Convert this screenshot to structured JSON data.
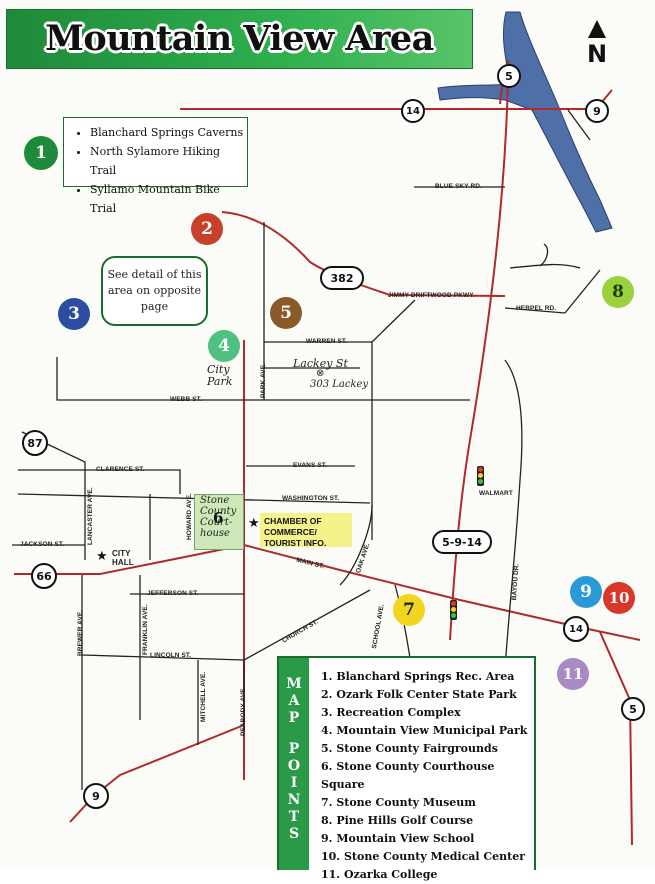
{
  "title": "Mountain View Area",
  "north": "N",
  "box1": {
    "number": "1",
    "items": [
      "Blanchard Springs Caverns",
      "North Sylamore Hiking Trail",
      "Syllamo Mountain Bike Trial"
    ]
  },
  "detail_note": "See detail of this area on opposite page",
  "highways": {
    "h5_top": "5",
    "h14_top": "14",
    "h9_top": "9",
    "h382": "382",
    "h87": "87",
    "h66": "66",
    "h5914": "5-9-14",
    "h14_right": "14",
    "h5_right": "5",
    "h9_bottom": "9"
  },
  "streets": {
    "blue_sky": "BLUE SKY RD.",
    "jimmy": "JIMMY DRIFTWOOD PKWY.",
    "herpel": "HERPEL RD.",
    "warren": "WARREN ST.",
    "webb": "WEBB ST.",
    "park": "PARK AVE.",
    "evans": "EVANS ST.",
    "clarence": "CLARENCE ST.",
    "washington": "WASHINGTON ST.",
    "jackson": "JACKSON ST.",
    "lancaster": "LANCASTER AVE.",
    "howard": "HOWARD AVE.",
    "main": "MAIN ST.",
    "oak": "OAK AVE.",
    "jefferson": "JEFFERSON ST.",
    "franklin": "FRANKLIN AVE.",
    "brewer": "BREWER AVE.",
    "church": "CHURCH ST.",
    "school": "SCHOOL AVE.",
    "bayou": "BAYOU DR.",
    "lincoln": "LINCOLN ST.",
    "mitchell": "MITCHELL AVE.",
    "peabody": "PEABODY AVE."
  },
  "places": {
    "city_hall": "CITY HALL",
    "walmart": "WALMART",
    "chamber": [
      "CHAMBER OF",
      "COMMERCE/",
      "TOURIST INFO."
    ]
  },
  "handwriting": {
    "city_park": "City Park",
    "lackey_st": "Lackey St",
    "lackey_303": "303 Lackey",
    "courthouse": [
      "Stone",
      "County",
      "Court-",
      "house"
    ]
  },
  "points": {
    "p2": "2",
    "p3": "3",
    "p4": "4",
    "p5": "5",
    "p6": "6",
    "p7": "7",
    "p8": "8",
    "p9": "9",
    "p10": "10",
    "p11": "11"
  },
  "colors": {
    "green": "#1e8a3c",
    "red_point": "#c7402a",
    "blue_point": "#2b4ea0",
    "mint_point": "#4fbf82",
    "brown_point": "#8a5a2b",
    "lime_point": "#9bd13a",
    "yellow_point": "#f2d51e",
    "cyan_point": "#2a9ad6",
    "red_point_10": "#d8382a",
    "purple_point": "#a98ac4",
    "road": "#b02a2a",
    "street": "#222222",
    "river": "#4f6fa8",
    "courthouse_fill": "#cfe8b9",
    "chamber_fill": "#f4f28a"
  },
  "legend": {
    "side_label": [
      "M",
      "A",
      "P",
      "",
      "P",
      "O",
      "I",
      "N",
      "T",
      "S"
    ],
    "items": [
      "1. Blanchard Springs Rec. Area",
      "2. Ozark Folk Center State Park",
      "3. Recreation Complex",
      "4. Mountain View Municipal Park",
      "5. Stone County Fairgrounds",
      "6. Stone County Courthouse Square",
      "7. Stone County Museum",
      "8. Pine Hills Golf Course",
      "9. Mountain View School",
      "10. Stone County Medical Center",
      "11. Ozarka College"
    ]
  }
}
